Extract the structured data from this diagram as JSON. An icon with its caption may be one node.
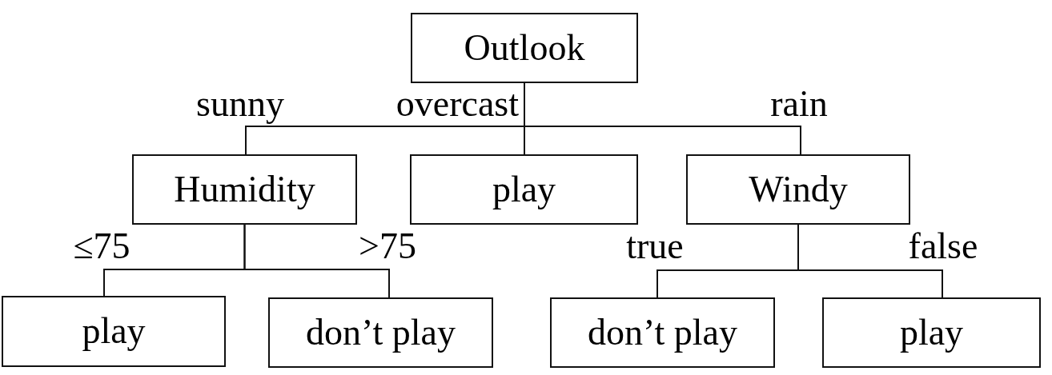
{
  "diagram": {
    "nodes": [
      {
        "text": [
          "Outlook"
        ]
      },
      {
        "text": [
          "Humidity"
        ]
      },
      {
        "text": [
          "play"
        ]
      },
      {
        "text": [
          "Windy"
        ]
      },
      {
        "text": [
          "play"
        ]
      },
      {
        "text": [
          "don’t play"
        ]
      },
      {
        "text": [
          "don’t play"
        ]
      },
      {
        "text": [
          "play"
        ]
      }
    ],
    "edges": [
      {
        "from": 0,
        "to": 1,
        "arrow": "none",
        "label": "sunny"
      },
      {
        "from": 0,
        "to": 2,
        "arrow": "none",
        "label": "overcast"
      },
      {
        "from": 0,
        "to": 3,
        "arrow": "none",
        "label": "rain"
      },
      {
        "from": 1,
        "to": 4,
        "arrow": "none",
        "label": "≤75"
      },
      {
        "from": 1,
        "to": 5,
        "arrow": "none",
        "label": ">75"
      },
      {
        "from": 3,
        "to": 6,
        "arrow": "none",
        "label": "true"
      },
      {
        "from": 3,
        "to": 7,
        "arrow": "none",
        "label": "false"
      }
    ]
  }
}
